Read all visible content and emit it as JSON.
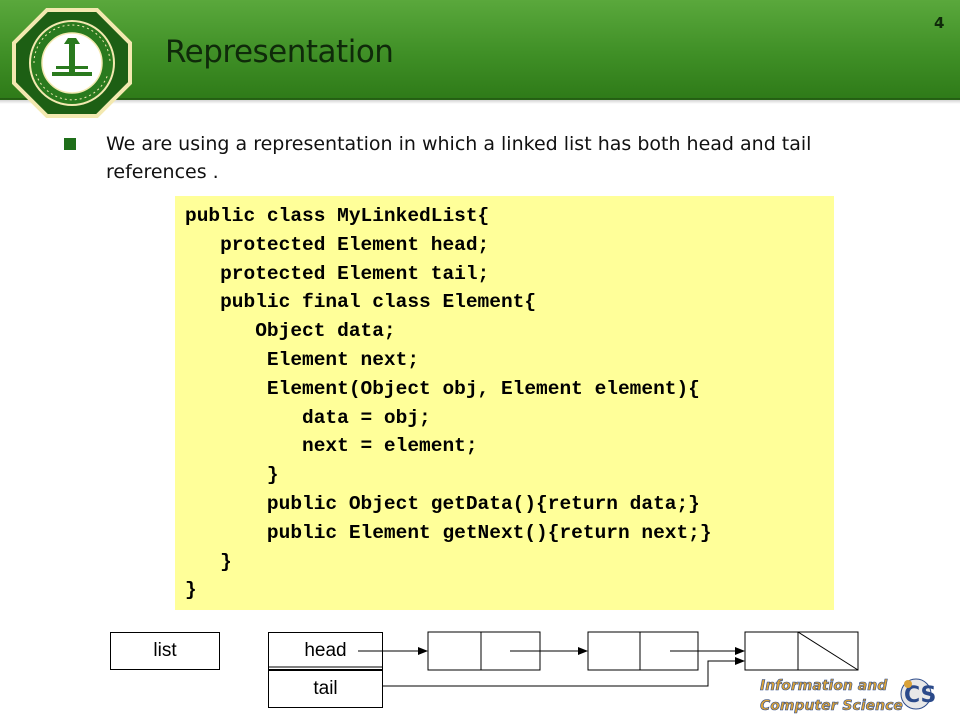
{
  "slide": {
    "title": "Representation",
    "page_number": "4"
  },
  "bullet": {
    "text": "We are using a representation in which a linked list has both head and tail references ."
  },
  "code": {
    "lines": [
      "public class MyLinkedList{",
      "   protected Element head;",
      "   protected Element tail;",
      "   public final class Element{",
      "      Object data;",
      "       Element next;",
      "       Element(Object obj, Element element){",
      "          data = obj;",
      "          next = element;",
      "       }",
      "       public Object getData(){return data;}",
      "       public Element getNext(){return next;}",
      "   }",
      "}"
    ]
  },
  "diagram": {
    "list_label": "list",
    "head_label": "head",
    "tail_label": "tail"
  },
  "logos": {
    "university_icon": "kfupm-seal-icon",
    "department_line1": "Information and",
    "department_line2": "Computer Science",
    "department_icon": "ics-logo-icon"
  },
  "colors": {
    "header_green": "#3f8f26",
    "code_background": "#ffff99",
    "bullet_green": "#1f6f1a"
  }
}
